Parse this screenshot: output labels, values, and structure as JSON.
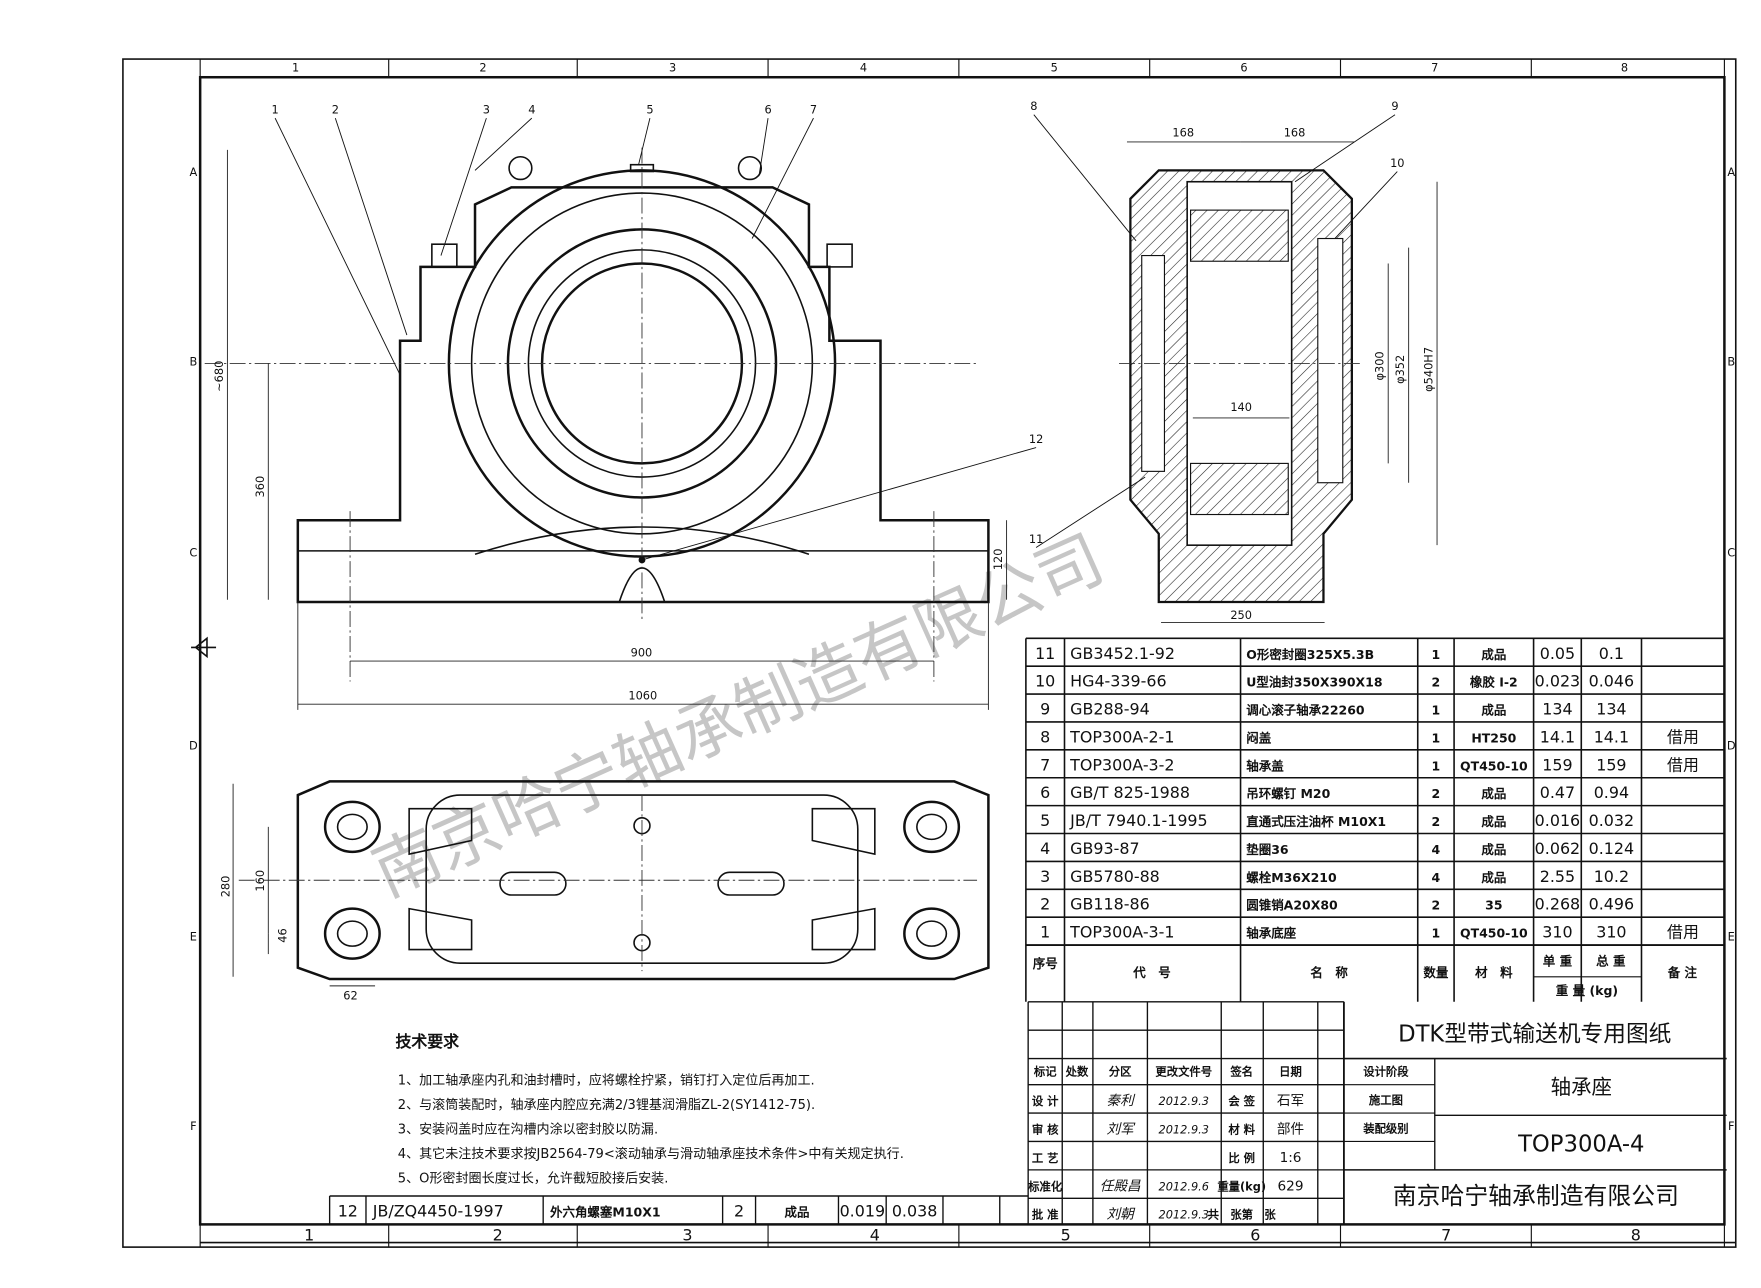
{
  "border": {
    "columns": [
      "1",
      "2",
      "3",
      "4",
      "5",
      "6",
      "7",
      "8"
    ],
    "rows": [
      "A",
      "B",
      "C",
      "D",
      "E",
      "F"
    ]
  },
  "balloons": [
    "1",
    "2",
    "3",
    "4",
    "5",
    "6",
    "7",
    "8",
    "9",
    "10",
    "11",
    "12"
  ],
  "dimensions": {
    "front_height": "~680",
    "front_center_height": "360",
    "front_base_height": "120",
    "front_bolt_spacing": "900",
    "front_total_length": "1060",
    "side_left": "168",
    "side_right": "168",
    "side_inner_width": "140",
    "side_d1": "φ300",
    "side_d2": "φ352",
    "side_d3": "φ540H7",
    "side_base_width": "250",
    "plan_width": "280",
    "plan_bolt_spacing": "160",
    "plan_offset": "46",
    "plan_hole_pos": "62"
  },
  "parts_list": {
    "rows": [
      [
        "11",
        "GB3452.1-92",
        "O形密封圈325X5.3B",
        "1",
        "成品",
        "0.05",
        "0.1",
        ""
      ],
      [
        "10",
        "HG4-339-66",
        "U型油封350X390X18",
        "2",
        "橡胶 I-2",
        "0.023",
        "0.046",
        ""
      ],
      [
        "9",
        "GB288-94",
        "调心滚子轴承22260",
        "1",
        "成品",
        "134",
        "134",
        ""
      ],
      [
        "8",
        "TOP300A-2-1",
        "闷盖",
        "1",
        "HT250",
        "14.1",
        "14.1",
        "借用"
      ],
      [
        "7",
        "TOP300A-3-2",
        "轴承盖",
        "1",
        "QT450-10",
        "159",
        "159",
        "借用"
      ],
      [
        "6",
        "GB/T 825-1988",
        "吊环螺钉 M20",
        "2",
        "成品",
        "0.47",
        "0.94",
        ""
      ],
      [
        "5",
        "JB/T 7940.1-1995",
        "直通式压注油杯 M10X1",
        "2",
        "成品",
        "0.016",
        "0.032",
        ""
      ],
      [
        "4",
        "GB93-87",
        "垫圈36",
        "4",
        "成品",
        "0.062",
        "0.124",
        ""
      ],
      [
        "3",
        "GB5780-88",
        "螺栓M36X210",
        "4",
        "成品",
        "2.55",
        "10.2",
        ""
      ],
      [
        "2",
        "GB118-86",
        "圆锥销A20X80",
        "2",
        "35",
        "0.268",
        "0.496",
        ""
      ],
      [
        "1",
        "TOP300A-3-1",
        "轴承底座",
        "1",
        "QT450-10",
        "310",
        "310",
        "借用"
      ]
    ],
    "extra_row": [
      "12",
      "JB/ZQ4450-1997",
      "外六角螺塞M10X1",
      "2",
      "成品",
      "0.019",
      "0.038",
      ""
    ],
    "header": {
      "seq": "序号",
      "code": "代　号",
      "name": "名　称",
      "qty": "数量",
      "material": "材　料",
      "unit_weight": "单 重",
      "total_weight": "总 重",
      "weight_group": "重 量 (kg)",
      "note": "备 注"
    }
  },
  "title_block": {
    "drawing_series": "DTK型带式输送机专用图纸",
    "part_name": "轴承座",
    "drawing_number": "TOP300A-4",
    "company": "南京哈宁轴承制造有限公司",
    "headers": [
      "标记",
      "处数",
      "分区",
      "更改文件号",
      "签名",
      "日期"
    ],
    "design_stage_label": "设计阶段",
    "design_stage": "施工图",
    "assembly_level_label": "装配级别",
    "rows": [
      {
        "label": "设 计",
        "sig": "秦利",
        "date": "2012.9.3",
        "k": "会 签",
        "v": "石军"
      },
      {
        "label": "审 核",
        "sig": "刘军",
        "date": "2012.9.3",
        "k": "材 料",
        "v": "部件"
      },
      {
        "label": "工 艺",
        "sig": "",
        "date": "",
        "k": "比 例",
        "v": "1:6"
      },
      {
        "label": "标准化",
        "sig": "任殿昌",
        "date": "2012.9.6",
        "k": "重量(kg)",
        "v": "629"
      },
      {
        "label": "批 准",
        "sig": "刘朝",
        "date": "2012.9.3",
        "k": "共　张第　张",
        "v": ""
      }
    ]
  },
  "tech_requirements": {
    "title": "技术要求",
    "items": [
      "1、加工轴承座内孔和油封槽时，应将螺栓拧紧，销钉打入定位后再加工.",
      "2、与滚筒装配时，轴承座内腔应充满2/3锂基润滑脂ZL-2(SY1412-75).",
      "3、安装闷盖时应在沟槽内涂以密封胶以防漏.",
      "4、其它未注技术要求按JB2564-79<滚动轴承与滑动轴承座技术条件>中有关规定执行.",
      "5、O形密封圈长度过长，允许截短胶接后安装."
    ]
  },
  "watermark": "南京哈宁轴承制造有限公司"
}
